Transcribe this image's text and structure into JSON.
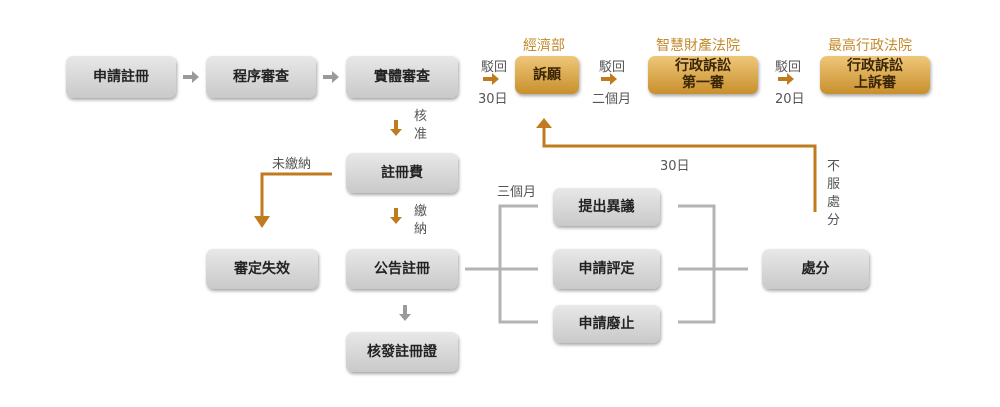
{
  "boxes": {
    "apply_register": "申請註冊",
    "formal_review": "程序審查",
    "substantive_review": "實體審查",
    "registration_fee": "註冊費",
    "review_invalid": "審定失效",
    "publish_register": "公告註冊",
    "issue_certificate": "核發註冊證",
    "file_opposition": "提出異議",
    "apply_review": "申請評定",
    "apply_revoke": "申請廢止",
    "disposition": "處分",
    "petition": "訴願",
    "admin_first": [
      "行政訴訟",
      "第一審"
    ],
    "admin_appeal": [
      "行政訴訟",
      "上訴審"
    ]
  },
  "courts": {
    "economic": "經濟部",
    "ip_court": "智慧財產法院",
    "supreme_admin": "最高行政法院"
  },
  "labels": {
    "reject1": "駁回",
    "days30_a": "30日",
    "reject2": "駁回",
    "two_months": "二個月",
    "reject3": "駁回",
    "days20": "20日",
    "approved": [
      "核",
      "准"
    ],
    "unpaid": "未繳納",
    "paid": [
      "繳",
      "納"
    ],
    "three_months": "三個月",
    "days30_b": "30日",
    "not_accept": [
      "不",
      "服",
      "處",
      "分"
    ]
  },
  "colors": {
    "accent": "#c07b1f",
    "grey_arrow": "#9a9a9a",
    "line_grey": "#b3b3b3"
  }
}
